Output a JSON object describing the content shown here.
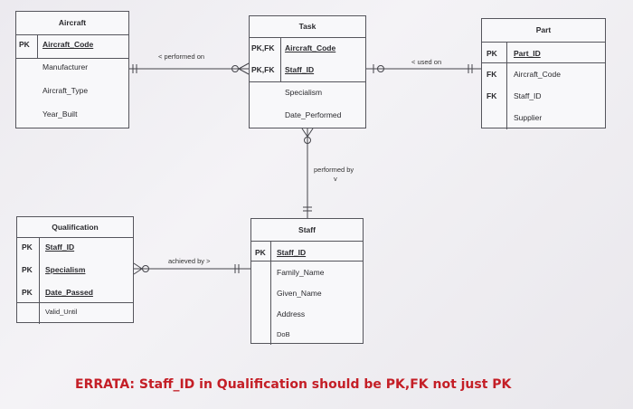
{
  "aircraft": {
    "title": "Aircraft",
    "pk": "PK",
    "pk_attr": "Aircraft_Code",
    "attrs": [
      "Manufacturer",
      "Aircraft_Type",
      "Year_Built"
    ]
  },
  "task": {
    "title": "Task",
    "keys": [
      "PK,FK",
      "PK,FK"
    ],
    "key_attrs": [
      "Aircraft_Code",
      "Staff_ID"
    ],
    "attrs": [
      "Specialism",
      "Date_Performed"
    ]
  },
  "part": {
    "title": "Part",
    "pk": "PK",
    "pk_attr": "Part_ID",
    "fk": [
      "FK",
      "FK"
    ],
    "fk_attrs": [
      "Aircraft_Code",
      "Staff_ID"
    ],
    "attrs": [
      "Supplier"
    ]
  },
  "qualification": {
    "title": "Qualification",
    "keys": [
      "PK",
      "PK",
      "PK"
    ],
    "key_attrs": [
      "Staff_ID",
      "Specialism",
      "Date_Passed"
    ],
    "attrs": [
      "Valid_Until"
    ]
  },
  "staff": {
    "title": "Staff",
    "pk": "PK",
    "pk_attr": "Staff_ID",
    "attrs": [
      "Family_Name",
      "Given_Name",
      "Address",
      "DoB"
    ]
  },
  "relationships": {
    "performed_on": "< performed on",
    "used_on": "< used on",
    "performed_by": "performed by",
    "performed_by_arrow": "v",
    "achieved_by": "achieved by >"
  },
  "errata": "ERRATA: Staff_ID in Qualification should be PK,FK not just PK"
}
